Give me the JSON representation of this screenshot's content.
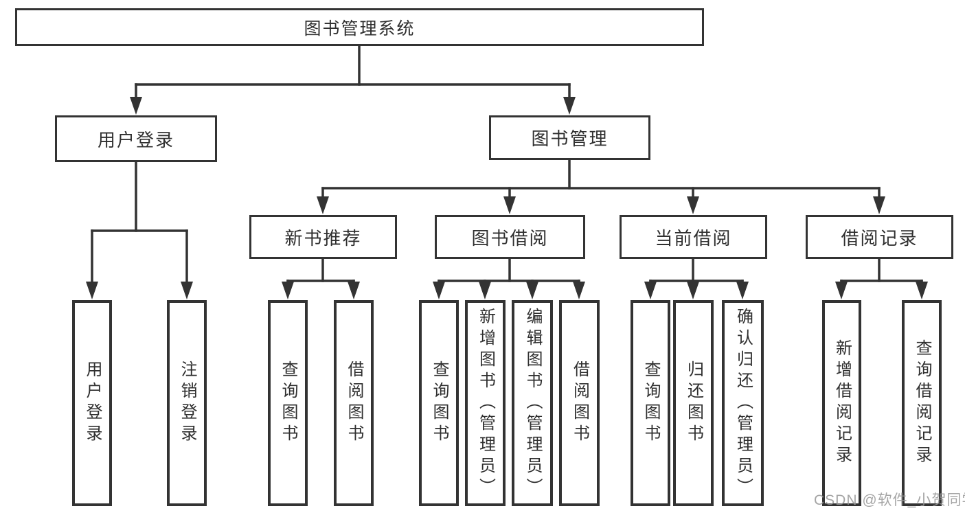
{
  "page": {
    "background": "#ffffff",
    "line_color": "#333333",
    "text_color": "#2f2f2f"
  },
  "watermark": {
    "text": "CSDN @软件_小贺同学",
    "color": "#969696"
  },
  "diagram": {
    "type": "hierarchy-tree",
    "nodes": {
      "root": {
        "label": "图书管理系统"
      },
      "user_login": {
        "label": "用户登录"
      },
      "book_mgmt": {
        "label": "图书管理"
      },
      "new_books": {
        "label": "新书推荐"
      },
      "book_borrow": {
        "label": "图书借阅"
      },
      "cur_borrow": {
        "label": "当前借阅"
      },
      "borrow_rec": {
        "label": "借阅记录"
      },
      "l_login": {
        "label": "用户登录"
      },
      "l_logout": {
        "label": "注销登录"
      },
      "l_nb_query": {
        "label": "查询图书"
      },
      "l_nb_borrow": {
        "label": "借阅图书"
      },
      "l_bb_query": {
        "label": "查询图书"
      },
      "l_bb_add": {
        "label": "新增图书（管理员）"
      },
      "l_bb_edit": {
        "label": "编辑图书（管理员）"
      },
      "l_bb_borrow": {
        "label": "借阅图书"
      },
      "l_cb_query": {
        "label": "查询图书"
      },
      "l_cb_return": {
        "label": "归还图书"
      },
      "l_cb_confirm": {
        "label": "确认归还（管理员）"
      },
      "l_br_add": {
        "label": "新增借阅记录"
      },
      "l_br_query": {
        "label": "查询借阅记录"
      }
    },
    "edges": [
      [
        "图书管理系统",
        "用户登录"
      ],
      [
        "图书管理系统",
        "图书管理"
      ],
      [
        "用户登录",
        "用户登录"
      ],
      [
        "用户登录",
        "注销登录"
      ],
      [
        "图书管理",
        "新书推荐"
      ],
      [
        "图书管理",
        "图书借阅"
      ],
      [
        "图书管理",
        "当前借阅"
      ],
      [
        "图书管理",
        "借阅记录"
      ],
      [
        "新书推荐",
        "查询图书"
      ],
      [
        "新书推荐",
        "借阅图书"
      ],
      [
        "图书借阅",
        "查询图书"
      ],
      [
        "图书借阅",
        "新增图书（管理员）"
      ],
      [
        "图书借阅",
        "编辑图书（管理员）"
      ],
      [
        "图书借阅",
        "借阅图书"
      ],
      [
        "当前借阅",
        "查询图书"
      ],
      [
        "当前借阅",
        "归还图书"
      ],
      [
        "当前借阅",
        "确认归还（管理员）"
      ],
      [
        "借阅记录",
        "新增借阅记录"
      ],
      [
        "借阅记录",
        "查询借阅记录"
      ]
    ]
  }
}
